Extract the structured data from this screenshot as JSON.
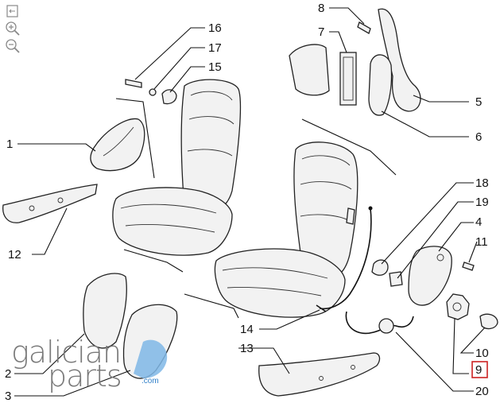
{
  "toolbar": {
    "tools": [
      {
        "name": "fit-icon"
      },
      {
        "name": "zoom-in-icon"
      },
      {
        "name": "zoom-out-icon"
      }
    ]
  },
  "callouts": {
    "c1": "1",
    "c2": "2",
    "c3": "3",
    "c4": "4",
    "c5": "5",
    "c6": "6",
    "c7": "7",
    "c8": "8",
    "c9": "9",
    "c10": "10",
    "c11": "11",
    "c12": "12",
    "c13": "13",
    "c14": "14",
    "c15": "15",
    "c16": "16",
    "c17": "17",
    "c18": "18",
    "c19": "19",
    "c20": "20"
  },
  "highlight": {
    "callout": "9",
    "color": "#cc2222"
  },
  "watermark": {
    "line1": "galician",
    "line2": "parts",
    "domain": ".com",
    "accent": "#7fb7e6"
  }
}
